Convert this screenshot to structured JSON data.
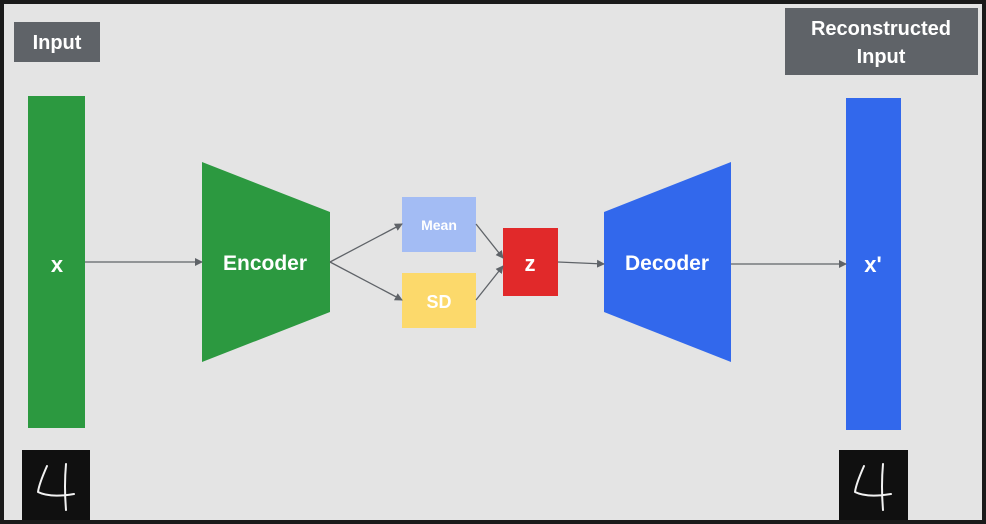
{
  "labels": {
    "input": "Input",
    "reconstructed_line1": "Reconstructed",
    "reconstructed_line2": "Input",
    "x": "x",
    "encoder": "Encoder",
    "mean": "Mean",
    "sd": "SD",
    "z": "z",
    "decoder": "Decoder",
    "x_prime": "x'",
    "digit_input": "4",
    "digit_output": "4"
  },
  "colors": {
    "background": "#e4e4e4",
    "frame": "#1a1a1a",
    "label_box": "#5f6368",
    "input_green": "#2c9940",
    "encoder_green": "#2c9940",
    "output_blue": "#3268ec",
    "decoder_blue": "#3268ec",
    "mean_box": "#a3bcf4",
    "sd_box": "#fcd96b",
    "z_red": "#e1292a",
    "arrow": "#5f6368",
    "digit_bg": "#101010",
    "digit_ink": "#f2f2f2"
  },
  "icons": {
    "arrowhead": "arrowhead-icon",
    "digit_image": "handwritten-digit-four"
  }
}
